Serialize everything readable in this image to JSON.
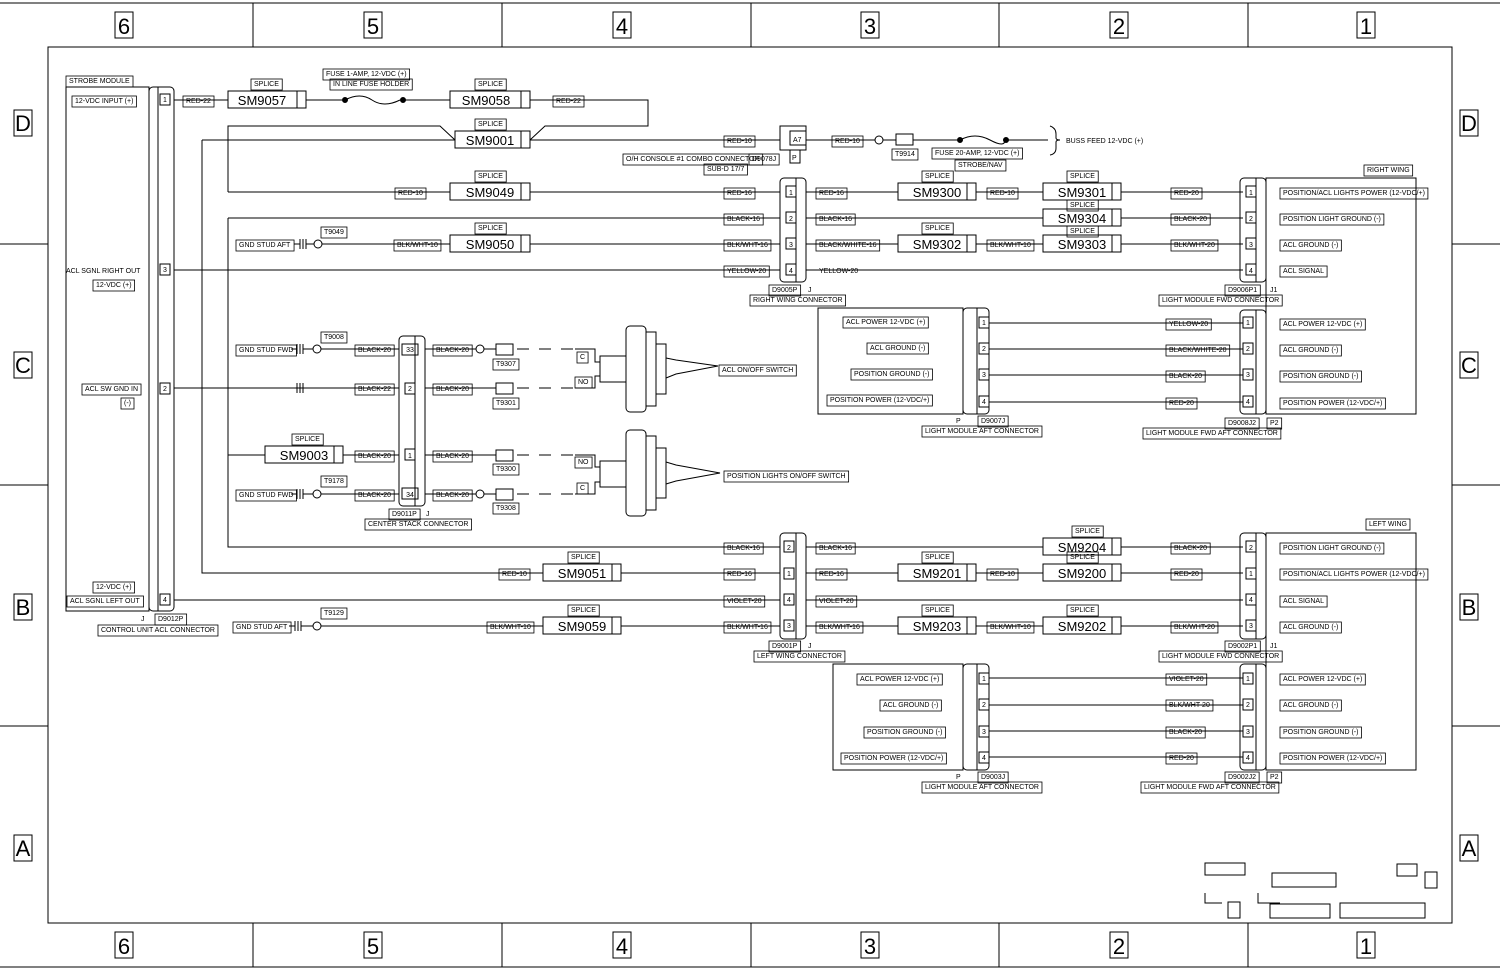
{
  "zones": {
    "cols": [
      "6",
      "5",
      "4",
      "3",
      "2",
      "1"
    ],
    "rows": [
      "D",
      "C",
      "B",
      "A"
    ]
  },
  "labels": {
    "strobe_module": "STROBE MODULE",
    "input_12vdc": "12-VDC INPUT (+)",
    "acl_sgnl_right_out": "ACL SGNL RIGHT OUT",
    "vdc_plus": "12-VDC (+)",
    "acl_sw_gnd_in": "ACL SW GND IN",
    "minus": "(-)",
    "acl_sgnl_left_out": "ACL SGNL LEFT OUT",
    "control_unit_conn": "CONTROL UNIT ACL CONNECTOR",
    "d9012p": "D9012P",
    "j": "J",
    "p": "P",
    "j1": "J1",
    "p2": "P2",
    "splice": "SPLICE",
    "fuse1": "FUSE 1-AMP, 12-VDC (+)",
    "inline_fuse": "IN LINE FUSE HOLDER",
    "fuse20": "FUSE 20-AMP, 12-VDC (+)",
    "strobe_nav": "STROBE/NAV",
    "buss_feed": "BUSS FEED 12-VDC (+)",
    "oh_console": "O/H CONSOLE #1 COMBO CONNECTOR",
    "subd": "SUB-D 17/7",
    "d9078j": "D9078J",
    "a7": "A7",
    "t9914": "T9914",
    "right_wing": "RIGHT WING",
    "left_wing": "LEFT WING",
    "right_wing_conn": "RIGHT WING CONNECTOR",
    "left_wing_conn": "LEFT WING CONNECTOR",
    "d9005p": "D9005P",
    "d9001p": "D9001P",
    "lm_fwd_conn": "LIGHT MODULE FWD CONNECTOR",
    "lm_aft_conn": "LIGHT MODULE AFT CONNECTOR",
    "lm_fwd_aft_conn": "LIGHT MODULE FWD AFT CONNECTOR",
    "d9006p1": "D9006P1",
    "d9008j2": "D9008J2",
    "d9007j": "D9007J",
    "d9002p1": "D9002P1",
    "d9002j2": "D9002J2",
    "d9003j": "D9003J",
    "gnd_stud_aft": "GND STUD AFT",
    "gnd_stud_fwd": "GND STUD FWD",
    "t9049": "T9049",
    "t9008": "T9008",
    "t9178": "T9178",
    "t9129": "T9129",
    "t9307": "T9307",
    "t9301": "T9301",
    "t9300": "T9300",
    "t9308": "T9308",
    "center_stack_conn": "CENTER STACK CONNECTOR",
    "d9011p": "D9011P",
    "acl_switch": "ACL ON/OFF SWITCH",
    "pos_switch": "POSITION LIGHTS ON/OFF SWITCH",
    "c": "C",
    "no": "NO",
    "pos_acl_power": "POSITION/ACL LIGHTS POWER (12-VDC/+)",
    "pos_light_gnd": "POSITION LIGHT GROUND (-)",
    "acl_ground": "ACL GROUND (-)",
    "acl_signal": "ACL SIGNAL",
    "acl_power": "ACL POWER 12-VDC (+)",
    "pos_ground": "POSITION GROUND (-)",
    "pos_power": "POSITION POWER (12-VDC/+)"
  },
  "splices": [
    "SM9057",
    "SM9058",
    "SM9001",
    "SM9049",
    "SM9050",
    "SM9300",
    "SM9301",
    "SM9304",
    "SM9302",
    "SM9303",
    "SM9003",
    "SM9051",
    "SM9201",
    "SM9200",
    "SM9204",
    "SM9203",
    "SM9202",
    "SM9059"
  ],
  "wires": {
    "red22": "RED-22",
    "red10": "RED-10",
    "red16": "RED-16",
    "red20": "RED-20",
    "black16": "BLACK-16",
    "black20": "BLACK-20",
    "black22": "BLACK-22",
    "blkwht10": "BLK/WHT-10",
    "blkwht16": "BLK/WHT-16",
    "blkwht20": "BLK/WHT-20",
    "blackwhite16": "BLACK/WHITE-16",
    "blackwhite20": "BLACK/WHITE-20",
    "yellow20": "YELLOW-20",
    "violet20": "VIOLET-20"
  },
  "pins": [
    "1",
    "2",
    "3",
    "4",
    "33",
    "34"
  ]
}
